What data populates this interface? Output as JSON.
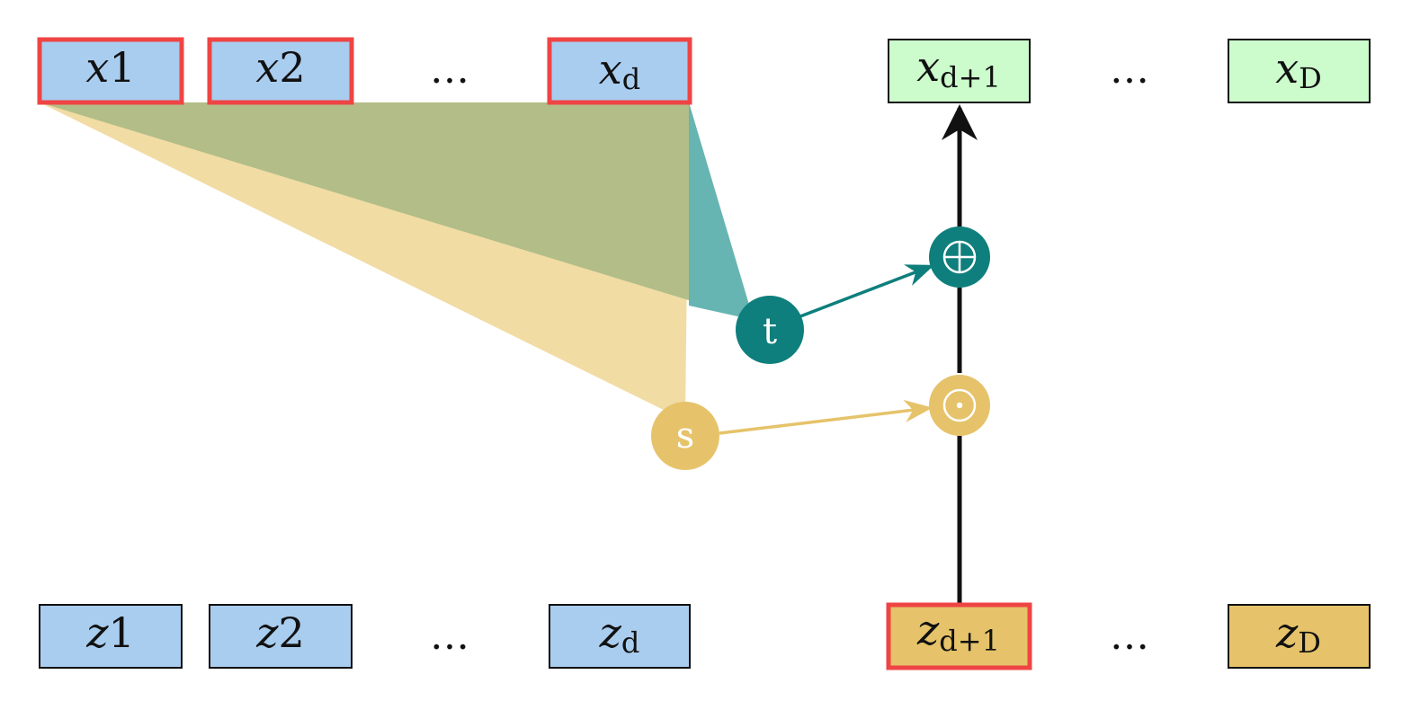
{
  "colors": {
    "input_box": "#a9cdef",
    "output_x_box": "#ccfbcc",
    "latent_box": "#e6c36a",
    "highlight": "#ef4444",
    "t_node": "#0e7f7c",
    "s_node": "#e6c36a",
    "shade_s": "#f1dca4",
    "shade_t": "#b2bd88",
    "shade_t_edge": "#66b5b3"
  },
  "top_row": [
    {
      "base": "x",
      "sub": "",
      "tail": "1",
      "highlighted": true
    },
    {
      "base": "x",
      "sub": "",
      "tail": "2",
      "highlighted": true
    },
    {
      "ellipsis": "…"
    },
    {
      "base": "x",
      "sub": "d",
      "tail": "",
      "highlighted": true
    },
    {
      "base": "x",
      "sub": "d+1",
      "tail": "",
      "highlighted": false
    },
    {
      "ellipsis": "…"
    },
    {
      "base": "x",
      "sub": "D",
      "tail": "",
      "highlighted": false
    }
  ],
  "bottom_row": [
    {
      "base": "z",
      "sub": "",
      "tail": "1",
      "highlighted": false
    },
    {
      "base": "z",
      "sub": "",
      "tail": "2",
      "highlighted": false
    },
    {
      "ellipsis": "…"
    },
    {
      "base": "z",
      "sub": "d",
      "tail": "",
      "highlighted": false
    },
    {
      "base": "z",
      "sub": "d+1",
      "tail": "",
      "highlighted": true
    },
    {
      "ellipsis": "…"
    },
    {
      "base": "z",
      "sub": "D",
      "tail": "",
      "highlighted": false
    }
  ],
  "nodes": {
    "t_label": "t",
    "s_label": "s",
    "add_icon": "circled-plus-icon",
    "mul_icon": "circled-dot-icon"
  }
}
